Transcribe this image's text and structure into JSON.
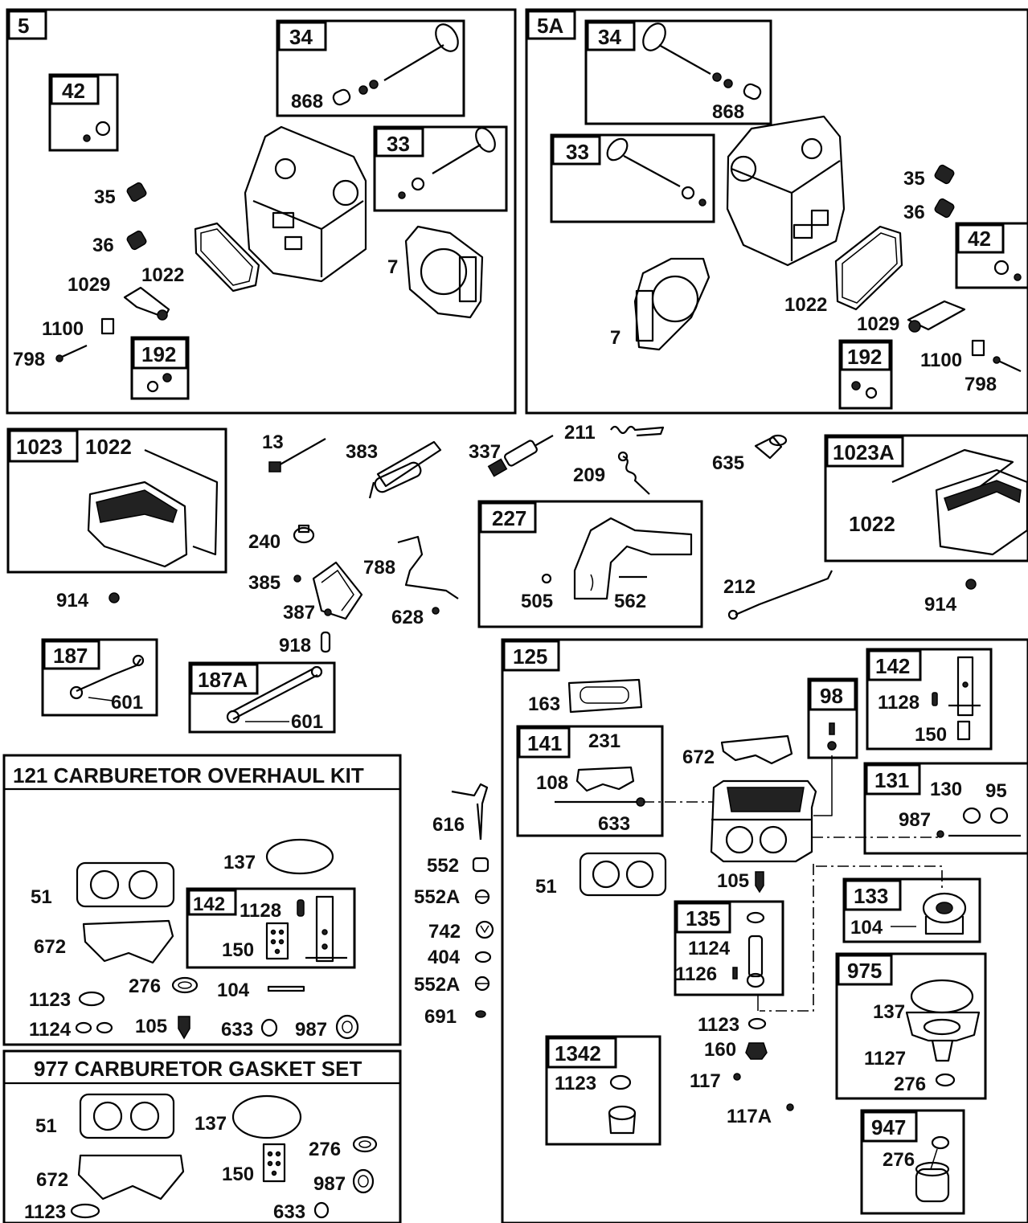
{
  "sections": {
    "head_left": {
      "tag": "5",
      "sub": {
        "s34": "34",
        "s42": "42",
        "s33": "33",
        "s192": "192"
      },
      "labels": {
        "p868": "868",
        "p35": "35",
        "p36": "36",
        "p1029": "1029",
        "p1022": "1022",
        "p7": "7",
        "p1100": "1100",
        "p798": "798"
      }
    },
    "head_right": {
      "tag": "5A",
      "sub": {
        "s34": "34",
        "s33": "33",
        "s42": "42",
        "s192": "192"
      },
      "labels": {
        "p868": "868",
        "p35": "35",
        "p36": "36",
        "p1022": "1022",
        "p1029": "1029",
        "p7": "7",
        "p1100": "1100",
        "p798": "798"
      }
    },
    "cover_left": {
      "tag": "1023",
      "label1022": "1022"
    },
    "cover_right": {
      "tag": "1023A",
      "label1022": "1022"
    },
    "loose": {
      "p13": "13",
      "p383": "383",
      "p337": "337",
      "p211": "211",
      "p209": "209",
      "p635": "635",
      "p240": "240",
      "p385": "385",
      "p387": "387",
      "p788": "788",
      "p628": "628",
      "p918": "918",
      "p914a": "914",
      "p914b": "914",
      "p212": "212"
    },
    "bracket": {
      "tag": "227",
      "p505": "505",
      "p562": "562"
    },
    "tube1": {
      "tag": "187",
      "p601": "601"
    },
    "tube2": {
      "tag": "187A",
      "p601": "601"
    },
    "overhaul_kit": {
      "title": "121 CARBURETOR OVERHAUL KIT",
      "sub142": "142",
      "labels": {
        "p137": "137",
        "p51": "51",
        "p1128": "1128",
        "p672": "672",
        "p150": "150",
        "p276": "276",
        "p104": "104",
        "p1123": "1123",
        "p1124": "1124",
        "p105": "105",
        "p633": "633",
        "p987": "987"
      }
    },
    "gasket_set": {
      "title": "977 CARBURETOR GASKET SET",
      "labels": {
        "p51": "51",
        "p137": "137",
        "p276": "276",
        "p672": "672",
        "p150": "150",
        "p987": "987",
        "p1123": "1123",
        "p633": "633"
      }
    },
    "mid_column": {
      "p616": "616",
      "p552": "552",
      "p552A1": "552A",
      "p742": "742",
      "p404": "404",
      "p552A2": "552A",
      "p691": "691"
    },
    "carburetor": {
      "tag": "125",
      "labels": {
        "p163": "163",
        "p672": "672",
        "p51": "51",
        "p105": "105",
        "p1123": "1123",
        "p160": "160",
        "p117": "117",
        "p117A": "117A"
      },
      "sub141": {
        "tag": "141",
        "p231": "231",
        "p108": "108",
        "p633": "633"
      },
      "sub98": {
        "tag": "98"
      },
      "sub142": {
        "tag": "142",
        "p1128": "1128",
        "p150": "150"
      },
      "sub131": {
        "tag": "131",
        "p130": "130",
        "p95": "95",
        "p987": "987"
      },
      "sub133": {
        "tag": "133",
        "p104": "104"
      },
      "sub135": {
        "tag": "135",
        "p1124": "1124",
        "p1126": "1126"
      },
      "sub975": {
        "tag": "975",
        "p137": "137",
        "p1127": "1127",
        "p276": "276"
      },
      "sub1342": {
        "tag": "1342",
        "p1123": "1123"
      },
      "sub947": {
        "tag": "947",
        "p276": "276"
      }
    }
  }
}
